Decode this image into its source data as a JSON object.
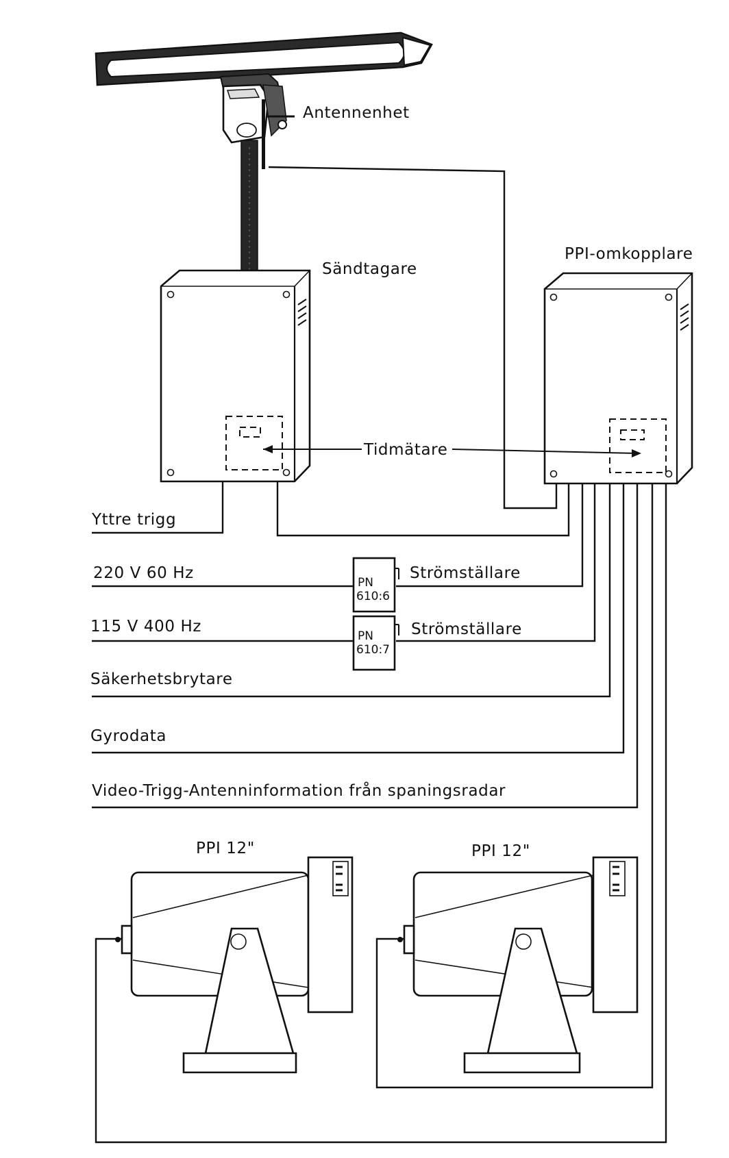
{
  "labels": {
    "antenna": "Antennenhet",
    "transceiver": "Sändtagare",
    "ppi_switch": "PPI-omkopplare",
    "timer": "Tidmätare",
    "external_trigger": "Yttre trigg",
    "power_220": "220 V 60 Hz",
    "power_115": "115 V 400 Hz",
    "safety_breaker": "Säkerhetsbrytare",
    "gyro": "Gyrodata",
    "video_trigger": "Video-Trigg-Antenninformation från spaningsradar",
    "switch_label": "Strömställare",
    "display_left": "PPI 12\"",
    "display_right": "PPI 12\""
  },
  "switches": [
    {
      "line1": "PN",
      "line2": "610:6",
      "label": "Strömställare"
    },
    {
      "line1": "PN",
      "line2": "610:7",
      "label": "Strömställare"
    }
  ]
}
